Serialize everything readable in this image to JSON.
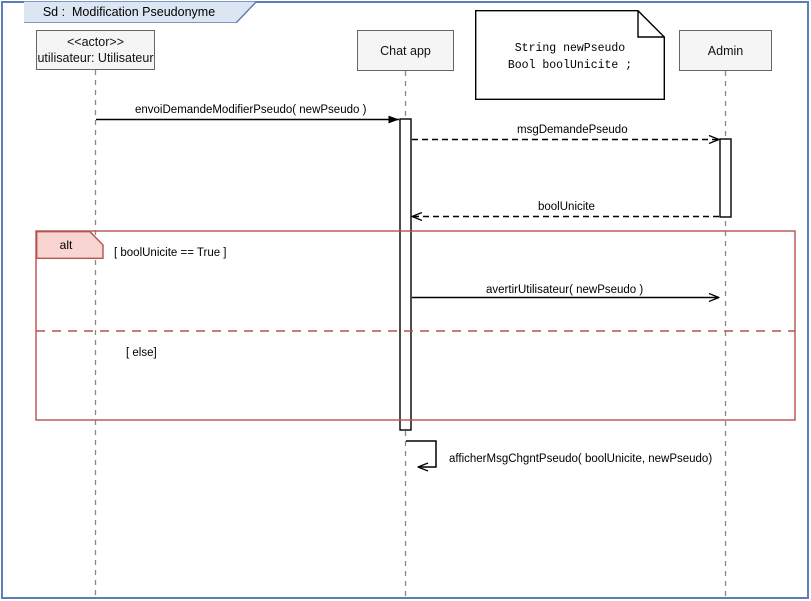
{
  "diagram": {
    "title": "Sd :  Modification Pseudonyme",
    "kind": "uml-sequence-diagram"
  },
  "lifelines": [
    {
      "id": "actor",
      "stereotype": "<<actor>>",
      "label": "utilisateur: Utilisateur"
    },
    {
      "id": "chatapp",
      "stereotype": "",
      "label": "Chat app"
    },
    {
      "id": "admin",
      "stereotype": "",
      "label": "Admin"
    }
  ],
  "note": {
    "line1": "String newPseudo",
    "line2": "Bool boolUnicite ;"
  },
  "messages": [
    {
      "id": "m1",
      "label": "envoiDemandeModifierPseudo( newPseudo )"
    },
    {
      "id": "m2",
      "label": "msgDemandePseudo"
    },
    {
      "id": "m3",
      "label": "boolUnicite"
    },
    {
      "id": "m4",
      "label": "avertirUtilisateur( newPseudo )"
    },
    {
      "id": "m5",
      "label": "afficherMsgChgntPseudo( boolUnicite, newPseudo)"
    }
  ],
  "fragment": {
    "operator": "alt",
    "guards": [
      {
        "id": "g1",
        "label": "[ boolUnicite == True ]"
      },
      {
        "id": "g2",
        "label": "[ else]"
      }
    ]
  },
  "colors": {
    "frame_border": "#5b7fb4",
    "title_fill": "#dce6f2",
    "lifeline_fill": "#f5f5f5",
    "lifeline_border": "#666666",
    "fragment_border": "#b5534f",
    "fragment_tab_fill": "#f8d5d0",
    "line": "#000000"
  }
}
